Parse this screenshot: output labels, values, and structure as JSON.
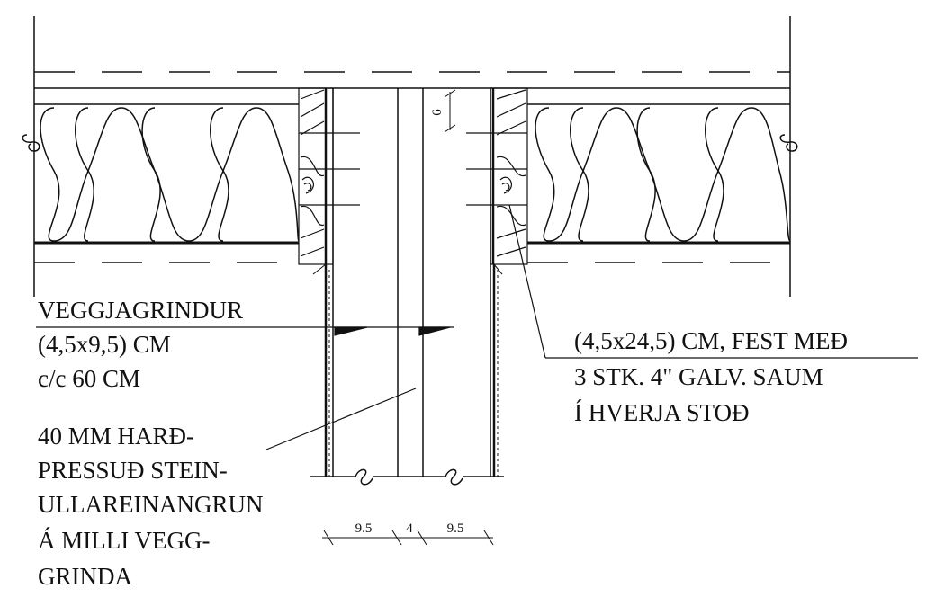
{
  "labels": {
    "stud_spec": {
      "lines": [
        "VEGGJAGRINDUR",
        "(4,5x9,5) CM",
        "c/c 60 CM"
      ]
    },
    "plate_spec": {
      "lines": [
        "(4,5x24,5) CM, FEST MEÐ",
        "3 STK. 4\" GALV. SAUM",
        "Í HVERJA STOÐ"
      ]
    },
    "insulation_spec": {
      "lines": [
        "40 MM HARÐ-",
        "PRESSUÐ STEIN-",
        "ULLAREINANGRUN",
        "Á MILLI VEGG-",
        "GRINDA"
      ]
    }
  },
  "dimensions": {
    "stud_left": "9.5",
    "gap": "4",
    "stud_right": "9.5",
    "plate_offset": "6"
  },
  "colors": {
    "ink": "#111111",
    "background": "#ffffff"
  }
}
